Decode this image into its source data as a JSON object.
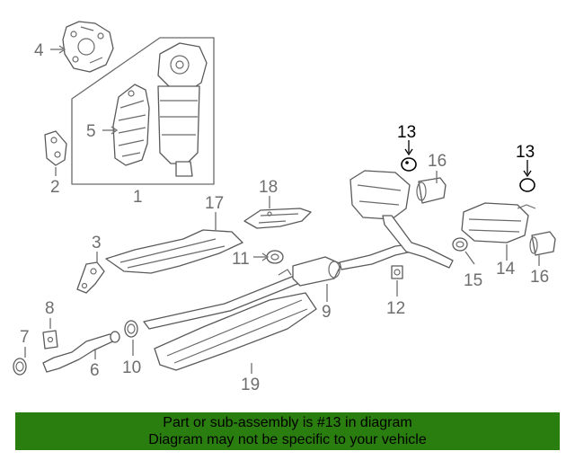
{
  "callouts": {
    "c1": "1",
    "c2": "2",
    "c3": "3",
    "c4": "4",
    "c5": "5",
    "c6": "6",
    "c7": "7",
    "c8": "8",
    "c9": "9",
    "c10": "10",
    "c11": "11",
    "c12": "12",
    "c13a": "13",
    "c13b": "13",
    "c14": "14",
    "c15": "15",
    "c16a": "16",
    "c16b": "16",
    "c17": "17",
    "c18": "18",
    "c19": "19"
  },
  "banner": {
    "line1": "Part or sub-assembly is #13 in diagram",
    "line2": "Diagram may not be specific to your vehicle",
    "color": "#2a7e10"
  },
  "highlight_color": "#000000"
}
